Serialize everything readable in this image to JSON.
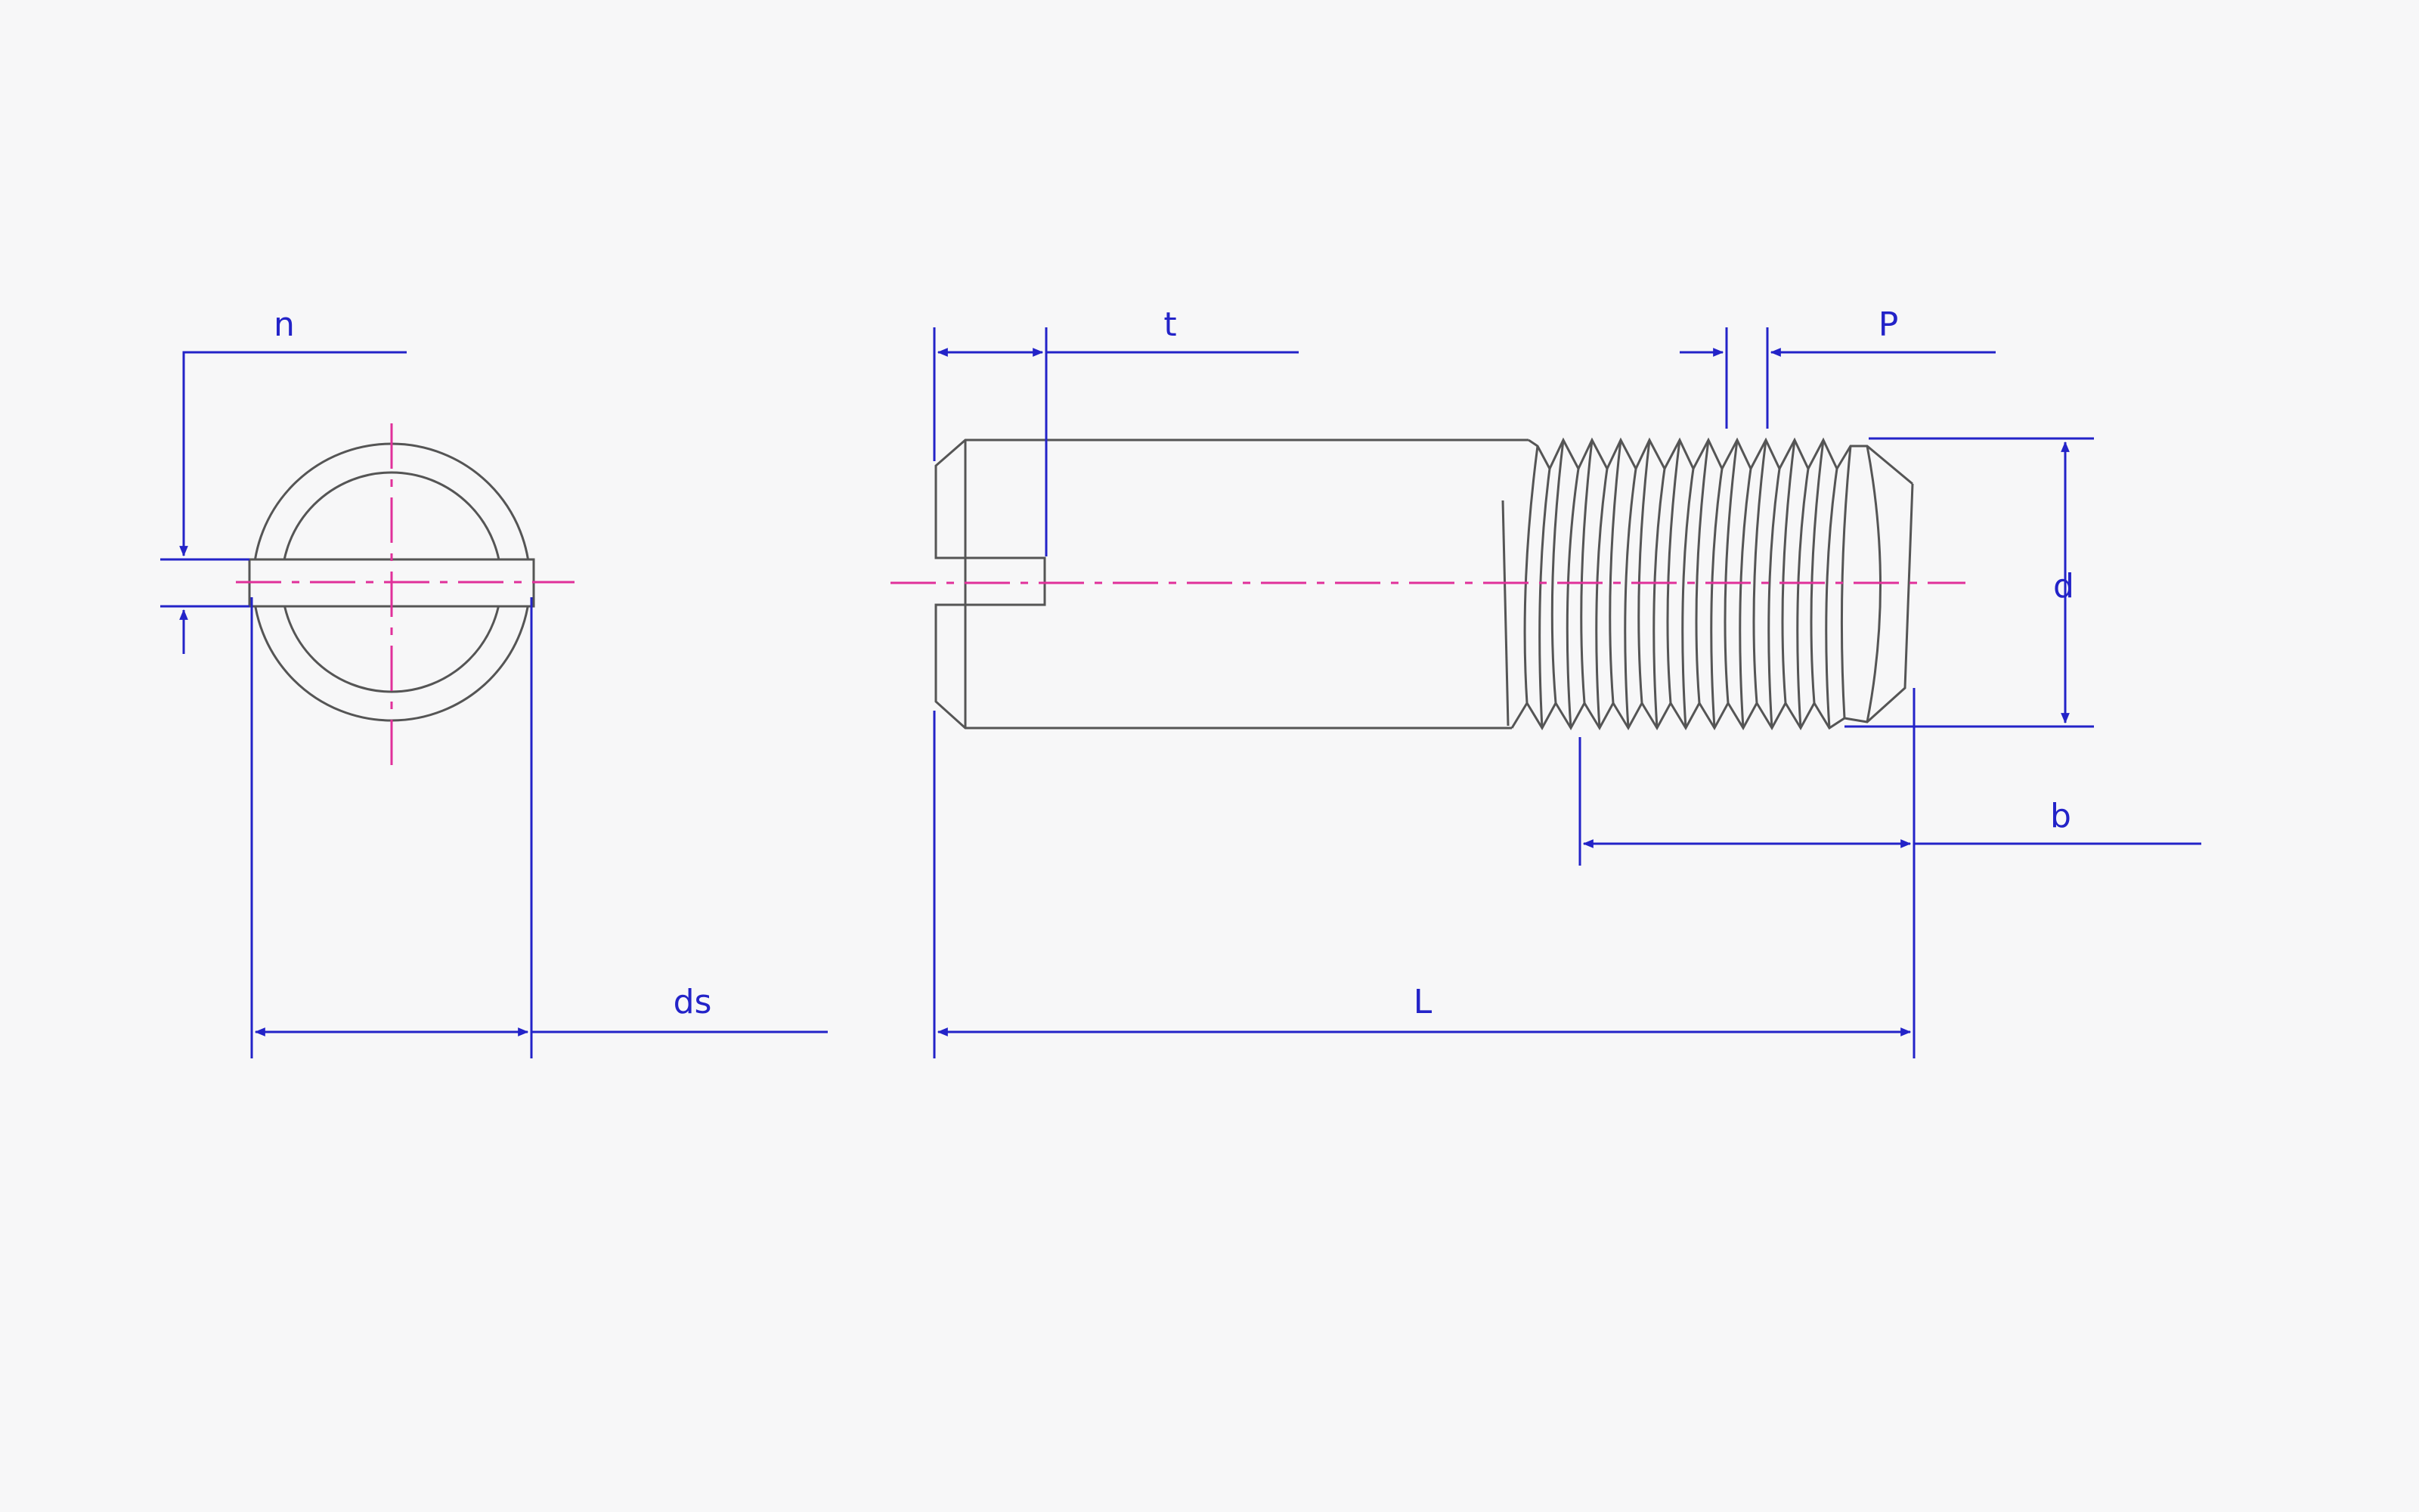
{
  "labels": {
    "n": "n",
    "ds": "ds",
    "t": "t",
    "P": "P",
    "d": "d",
    "b": "b",
    "L": "L"
  },
  "colors": {
    "dimension": "#2323c8",
    "centerline": "#e0309a",
    "outline": "#555555",
    "background": "#f7f7f8"
  }
}
